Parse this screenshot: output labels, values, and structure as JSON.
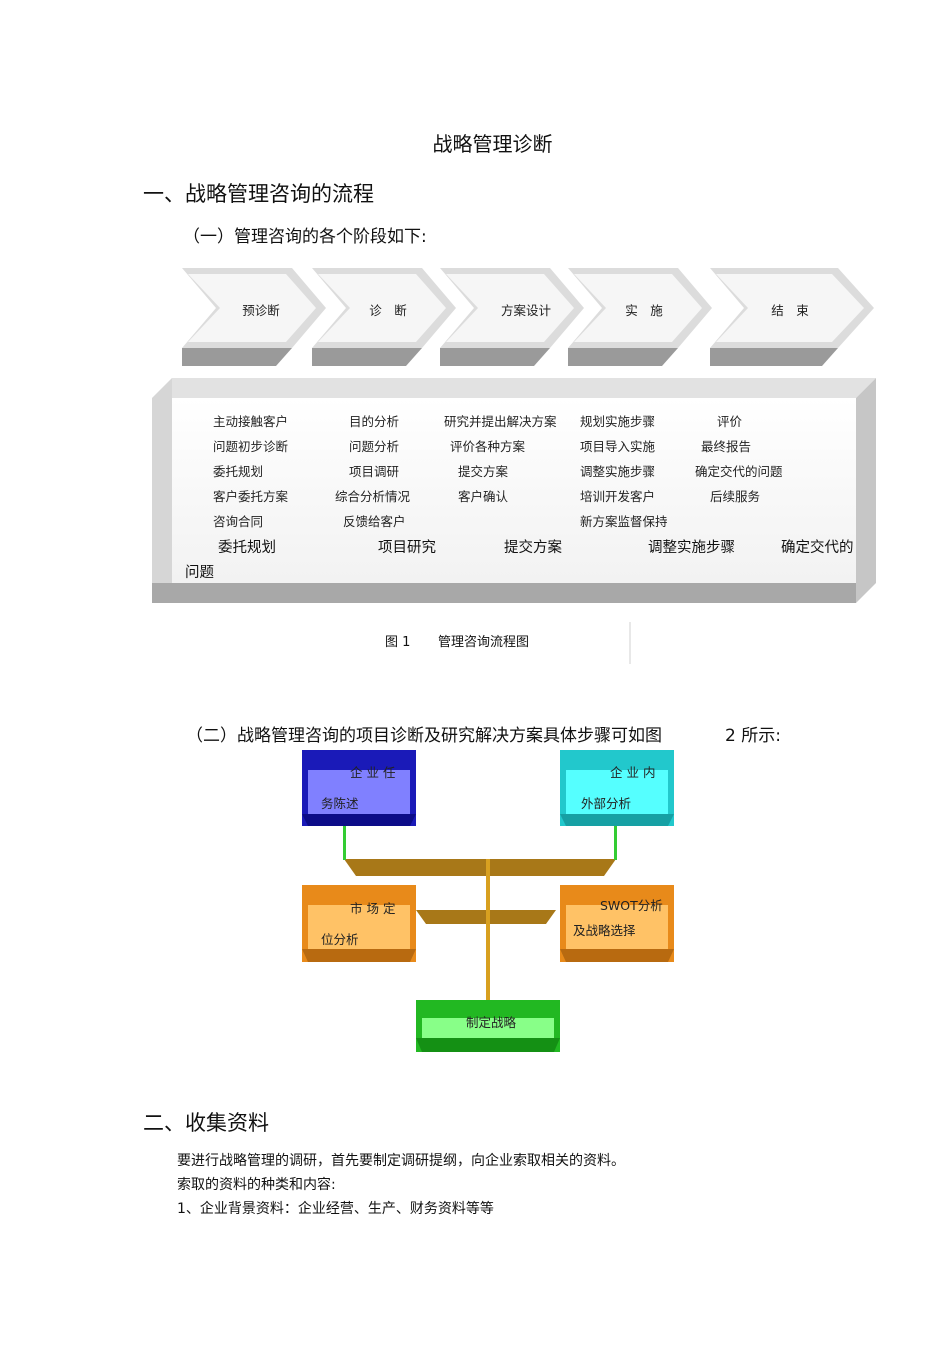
{
  "doc": {
    "title": "战略管理诊断",
    "section1": "一、战略管理咨询的流程",
    "subsection1": "（一）管理咨询的各个阶段如下:",
    "stages": [
      "预诊断",
      "诊　断",
      "方案设计",
      "实　施",
      "结　束"
    ],
    "columns": [
      [
        "主动接触客户",
        "问题初步诊断",
        "委托规划",
        "客户委托方案",
        "咨询合同"
      ],
      [
        "目的分析",
        "问题分析",
        "项目调研",
        "综合分析情况",
        "反馈给客户"
      ],
      [
        "研究并提出解决方案",
        "评价各种方案",
        "提交方案",
        "客户确认"
      ],
      [
        "规划实施步骤",
        "项目导入实施",
        "调整实施步骤",
        "培训开发客户",
        "新方案监督保持"
      ],
      [
        "评价",
        "最终报告",
        "确定交代的问题",
        "后续服务"
      ]
    ],
    "overflow_row": [
      "委托规划",
      "项目研究",
      "提交方案",
      "调整实施步骤",
      "确定交代的"
    ],
    "overflow_tail": "问题",
    "figure1_caption_num": "图 1",
    "figure1_caption": "管理咨询流程图",
    "subsection2": "（二）战略管理咨询的项目诊断及研究解决方案具体步骤可如图",
    "subsection2_tail": "2 所示:",
    "boxes": {
      "b1_line1": "企 业 任",
      "b1_line2": "务陈述",
      "b2_line1": "企 业 内",
      "b2_line2": "外部分析",
      "b3_line1": "市 场 定",
      "b3_line2": "位分析",
      "b4_line1": "SWOT分析",
      "b4_line2": "及战略选择",
      "b5": "制定战略"
    },
    "section2": "二、收集资料",
    "para1": "要进行战略管理的调研，首先要制定调研提纲，向企业索取相关的资料。",
    "para2": "索取的资料的种类和内容:",
    "para3": "1、企业背景资料：企业经营、生产、财务资料等等"
  },
  "colors": {
    "blue_box": "#1a1ab8",
    "cyan_box": "#22c8cc",
    "orange_box": "#e88a1a",
    "green_box": "#22b822",
    "connector_brown": "#a87818",
    "green_line": "#33cc33"
  }
}
